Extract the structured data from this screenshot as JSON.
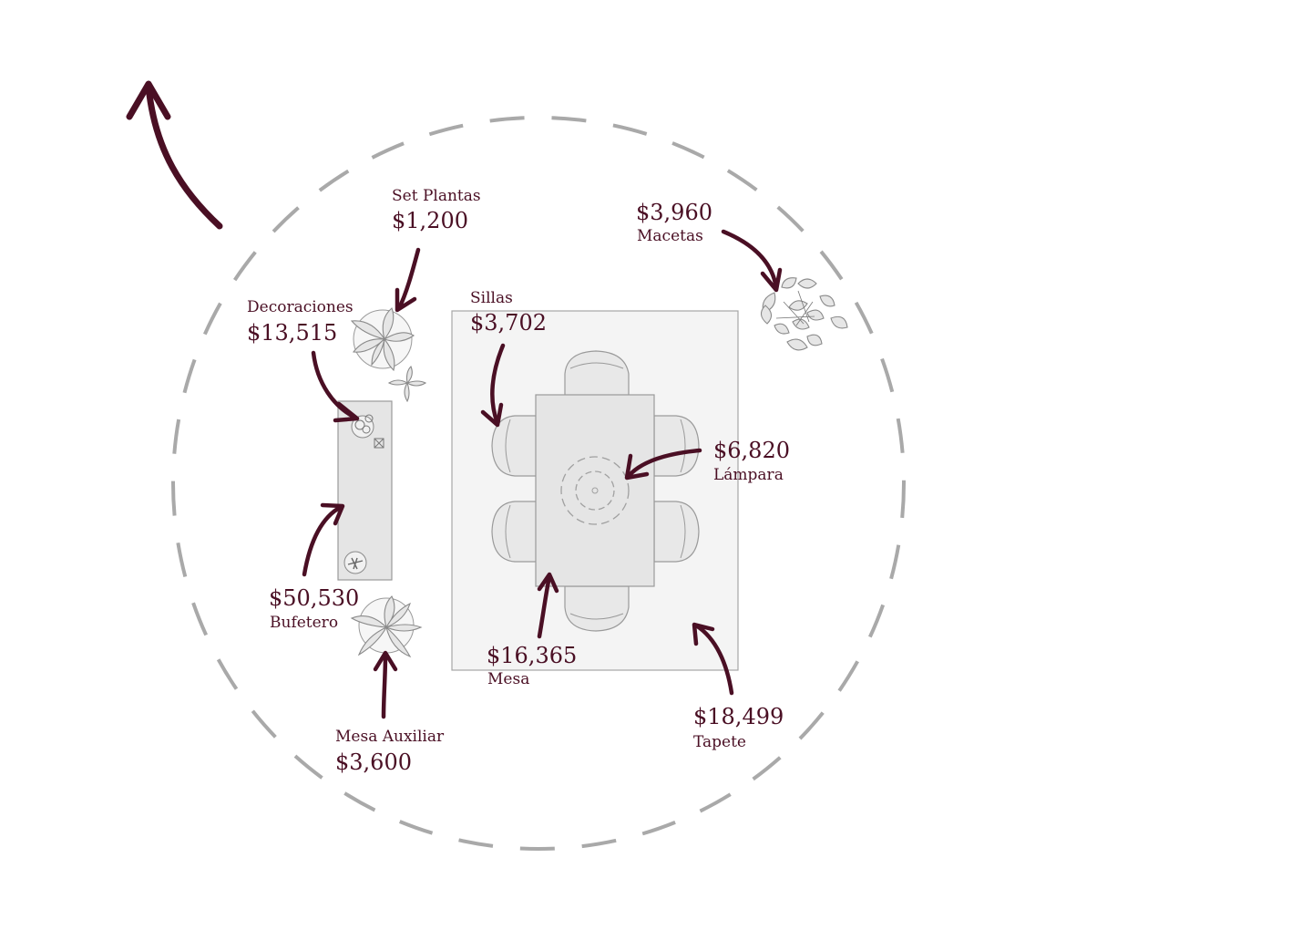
{
  "colors": {
    "accent": "#4a0f24",
    "ring": "#a9a9a9",
    "furniture_fill": "#e7e7e7",
    "rug_fill": "#f4f4f4"
  },
  "items": {
    "set_plantas": {
      "name": "Set Plantas",
      "price": "$1,200"
    },
    "macetas": {
      "name": "Macetas",
      "price": "$3,960"
    },
    "decoraciones": {
      "name": "Decoraciones",
      "price": "$13,515"
    },
    "sillas": {
      "name": "Sillas",
      "price": "$3,702"
    },
    "lampara": {
      "name": "Lámpara",
      "price": "$6,820"
    },
    "bufetero": {
      "name": "Bufetero",
      "price": "$50,530"
    },
    "mesa": {
      "name": "Mesa",
      "price": "$16,365"
    },
    "mesa_auxiliar": {
      "name": "Mesa Auxiliar",
      "price": "$3,600"
    },
    "tapete": {
      "name": "Tapete",
      "price": "$18,499"
    }
  },
  "icons": [
    "rotate-arrow-icon",
    "plant-icon",
    "flower-pots-icon",
    "lamp-icon",
    "decor-icon"
  ]
}
